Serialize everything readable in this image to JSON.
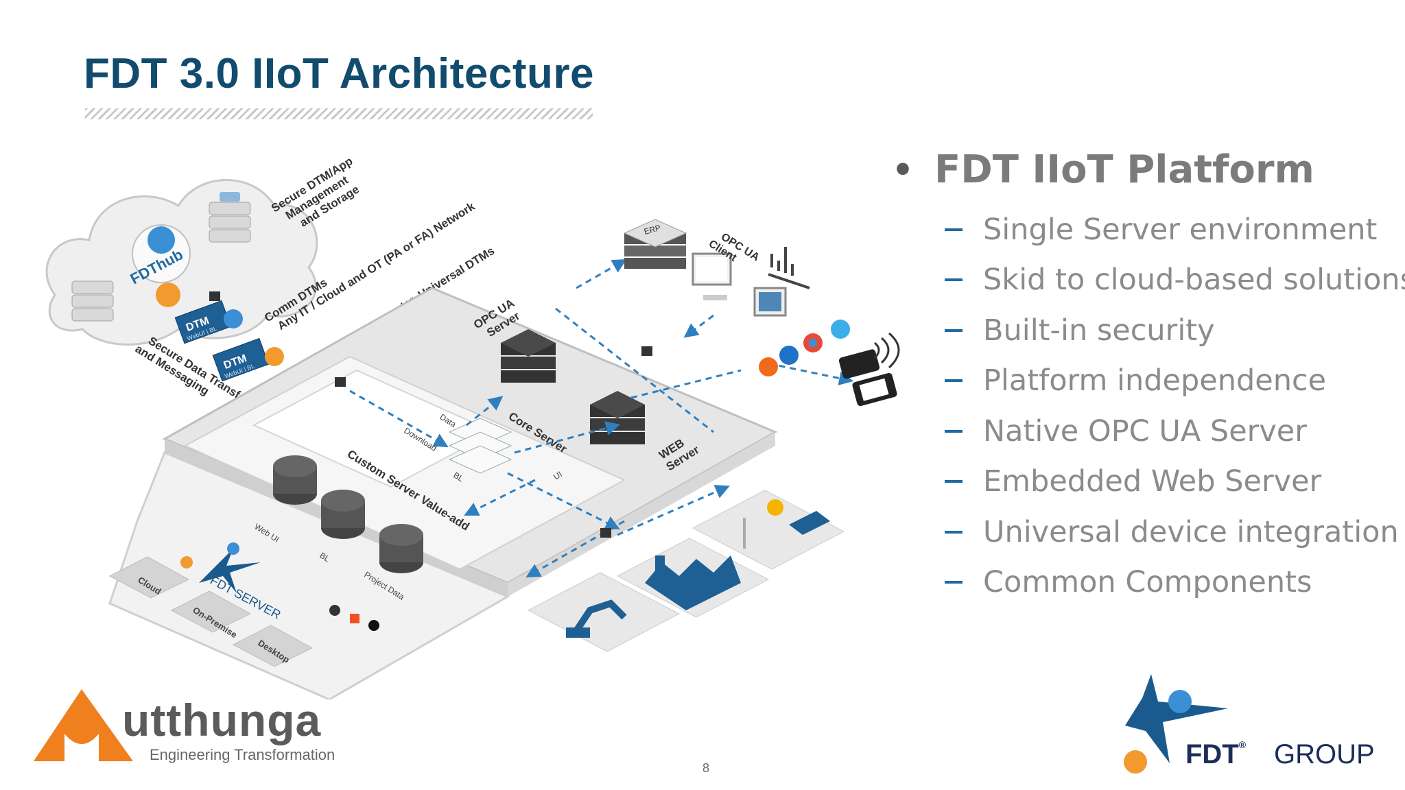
{
  "slide": {
    "title": "FDT 3.0 IIoT Architecture",
    "page_number": "8"
  },
  "bullets": {
    "main": "FDT IIoT Platform",
    "items": [
      "Single Server environment",
      "Skid to cloud-based solutions",
      "Built-in security",
      "Platform independence",
      "Native OPC UA Server",
      "Embedded Web Server",
      "Universal device integration",
      "Common Components"
    ]
  },
  "diagram": {
    "cloud_label": "FDThub",
    "secure_mgmt": [
      "Secure DTM/App",
      "Management",
      "and Storage"
    ],
    "secure_transfer": [
      "Secure Data Transfer",
      "and Messaging"
    ],
    "comm_dtms": [
      "Comm DTMs",
      "Any IT / Cloud and OT (PA or FA) Network"
    ],
    "device_dtms": "Device, Interpreter, Universal DTMs",
    "dtm_label": "DTM",
    "dtm_sub": "WebUI | BL",
    "opc_server": [
      "OPC UA",
      "Server"
    ],
    "core_server": "Core Server",
    "web_server": [
      "WEB",
      "Server"
    ],
    "custom_server": "Custom Server Value-add",
    "data": "Data",
    "download": "Download",
    "bl": "BL",
    "ui": "UI",
    "web_ui": "Web UI",
    "project_data": "Project Data",
    "fdt_server": "FDT SERVER",
    "cloud": "Cloud",
    "on_premise": "On-Premise",
    "desktop": "Desktop",
    "erp": "ERP",
    "opc_client": [
      "OPC UA",
      "Client"
    ]
  },
  "logos": {
    "utthunga_name": "utthunga",
    "utthunga_tagline": "Engineering Transformation",
    "fdt_mark": "FDT",
    "fdt_reg": "®",
    "fdt_group": "GROUP"
  },
  "colors": {
    "title": "#114b6e",
    "accent_blue": "#1e6aa1",
    "orange": "#f29a2e",
    "dark_navy": "#1b2d5a"
  }
}
